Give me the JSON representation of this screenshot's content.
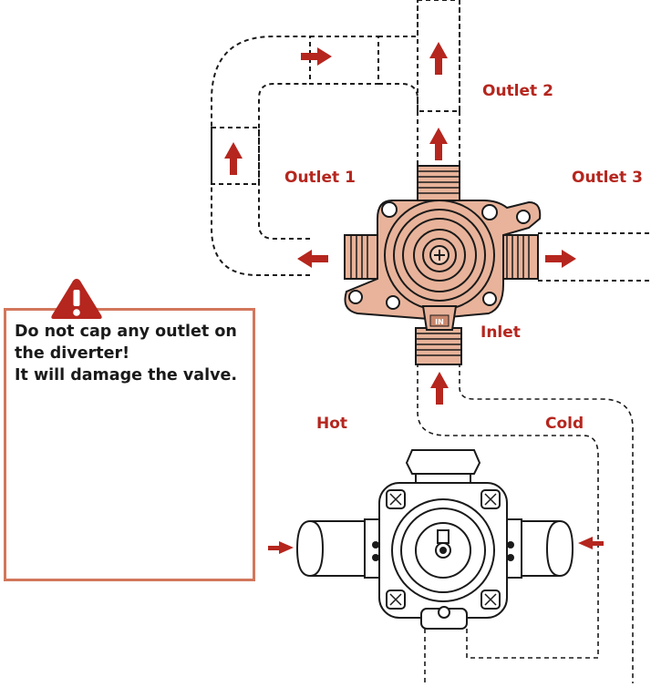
{
  "labels": {
    "outlet1": "Outlet 1",
    "outlet2": "Outlet 2",
    "outlet3": "Outlet 3",
    "inlet": "Inlet",
    "hot": "Hot",
    "cold": "Cold",
    "in_mark": "IN"
  },
  "warning": {
    "line1": "Do not cap any outlet on",
    "line2": "the diverter!",
    "line3": "It will damage the valve."
  },
  "colors": {
    "accent_red": "#b5261e",
    "brass": "#e8b39a",
    "warning_border": "#d2775c",
    "line": "#1a1a1a"
  },
  "icons": [
    "warning-icon",
    "flow-arrow"
  ]
}
